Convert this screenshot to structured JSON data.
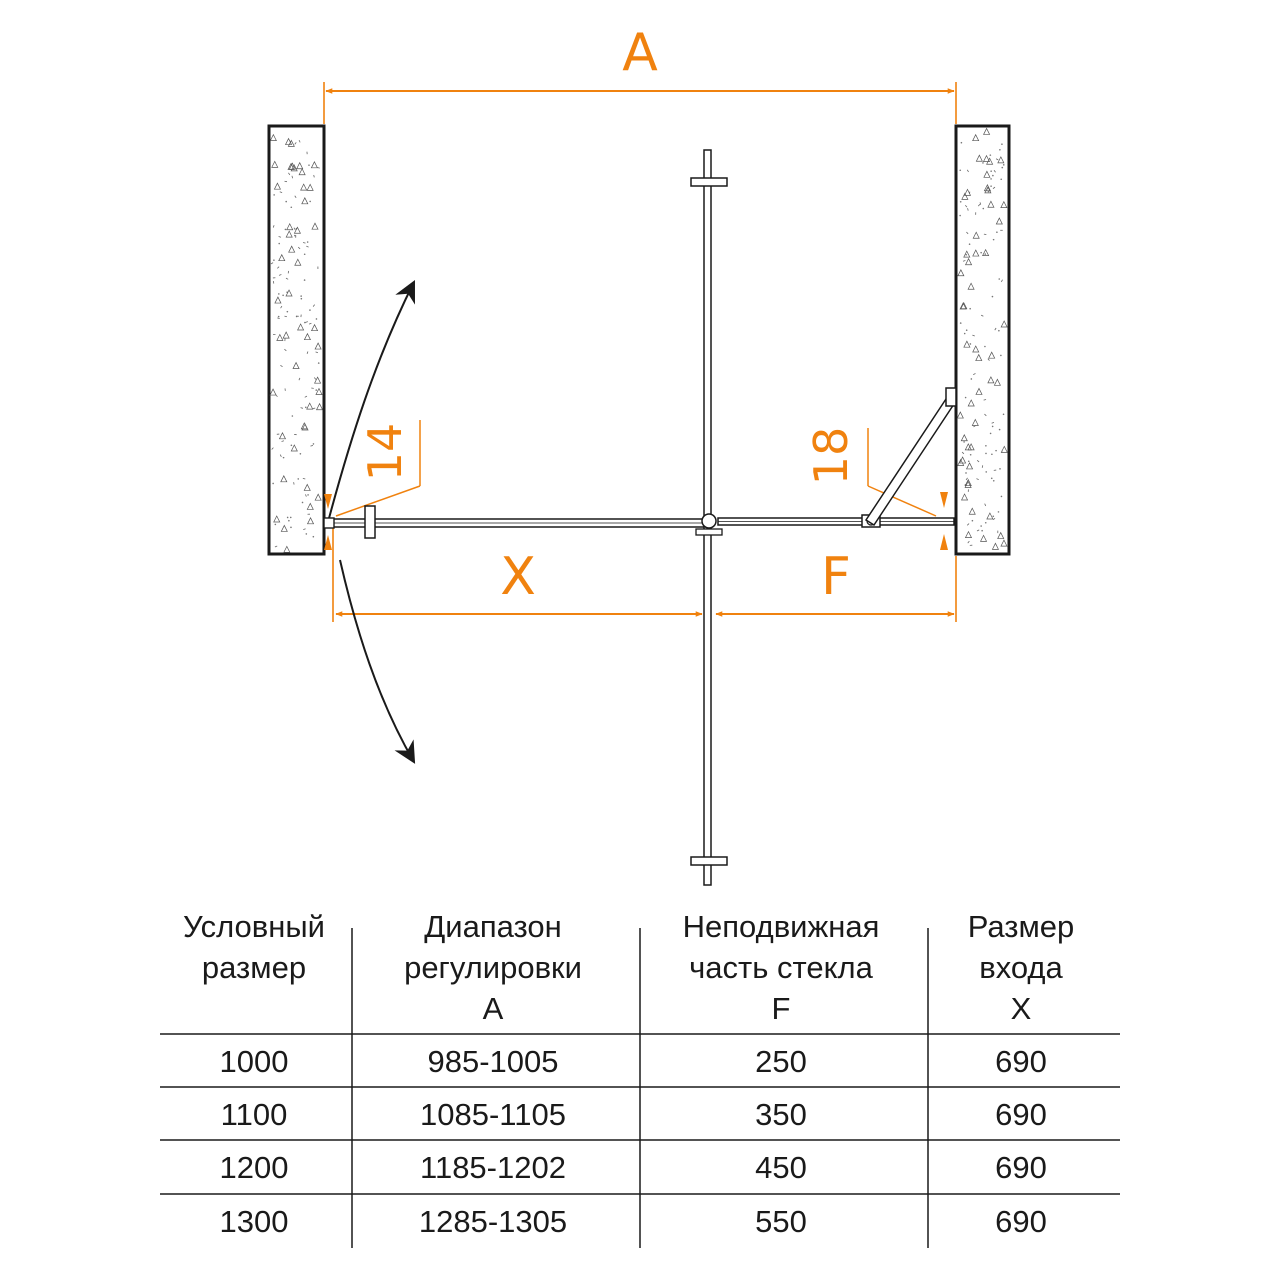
{
  "diagram": {
    "dimension_labels": {
      "A": "A",
      "X": "X",
      "F": "F",
      "hinge_gap": "14",
      "fixed_gap": "18"
    }
  },
  "table": {
    "headers": [
      [
        "Условный",
        "размер"
      ],
      [
        "Диапазон",
        "регулировки",
        "A"
      ],
      [
        "Неподвижная",
        "часть стекла",
        "F"
      ],
      [
        "Размер",
        "входа",
        "X"
      ]
    ],
    "rows": [
      [
        "1000",
        "985-1005",
        "250",
        "690"
      ],
      [
        "1100",
        "1085-1105",
        "350",
        "690"
      ],
      [
        "1200",
        "1185-1202",
        "450",
        "690"
      ],
      [
        "1300",
        "1285-1305",
        "550",
        "690"
      ]
    ]
  },
  "colors": {
    "dimension": "#f0820f",
    "line": "#1a1a1a",
    "wall_fill": "#ffffff"
  }
}
